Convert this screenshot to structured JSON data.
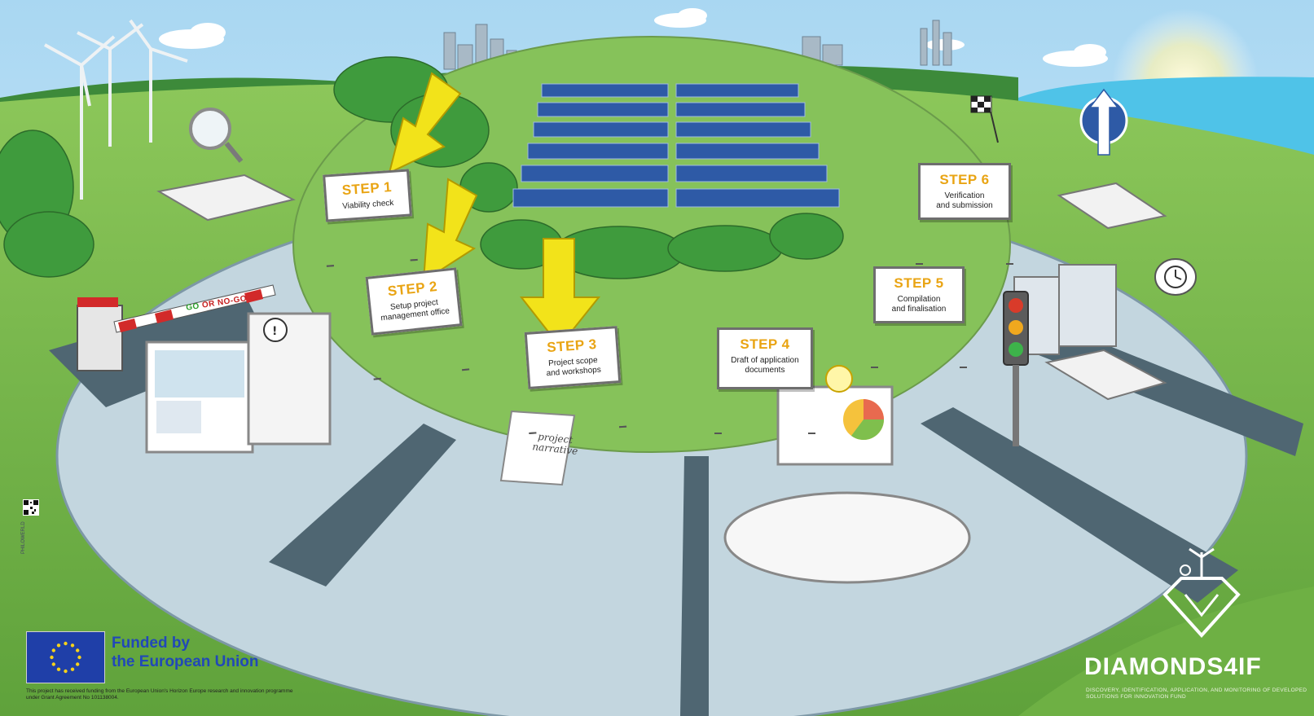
{
  "steps": [
    {
      "label": "STEP 1",
      "desc_lines": [
        "Viability check"
      ]
    },
    {
      "label": "STEP 2",
      "desc_lines": [
        "Setup project",
        "management office"
      ]
    },
    {
      "label": "STEP 3",
      "desc_lines": [
        "Project scope",
        "and workshops"
      ]
    },
    {
      "label": "STEP 4",
      "desc_lines": [
        "Draft of application",
        "documents"
      ]
    },
    {
      "label": "STEP 5",
      "desc_lines": [
        "Compilation",
        "and finalisation"
      ]
    },
    {
      "label": "STEP 6",
      "desc_lines": [
        "Verification",
        "and submission"
      ]
    }
  ],
  "barrier": {
    "go": "GO",
    "or": "OR",
    "nogo": "NO-GO"
  },
  "flipchart": {
    "line1": "project",
    "line2": "narrative"
  },
  "eu": {
    "funded_line1": "Funded by",
    "funded_line2": "the European Union",
    "note": "This project has received funding from the European Union's Horizon Europe research and innovation programme under Grant Agreement No 101138004."
  },
  "brand": {
    "name": "DIAMONDS4IF",
    "tagline": "DISCOVERY, IDENTIFICATION, APPLICATION, AND MONITORING OF DEVELOPED SOLUTIONS FOR INNOVATION FUND"
  },
  "side_credit": "PHILOWERLD",
  "colors": {
    "sky": "#bfe3f6",
    "grass": "#74b64a",
    "plaza": "#b9cfd9",
    "road": "#4f6672",
    "panel": "#2e5aa6",
    "arrow": "#f2e31a",
    "step_text": "#e9a413",
    "eu_blue": "#1f3fa8"
  },
  "icons": [
    "eu-flag-icon",
    "diamonds4if-logo-icon",
    "qr-code-icon",
    "arrow-icon",
    "lightbulb-icon",
    "checkered-flag-icon",
    "traffic-light-icon",
    "clock-icon"
  ]
}
